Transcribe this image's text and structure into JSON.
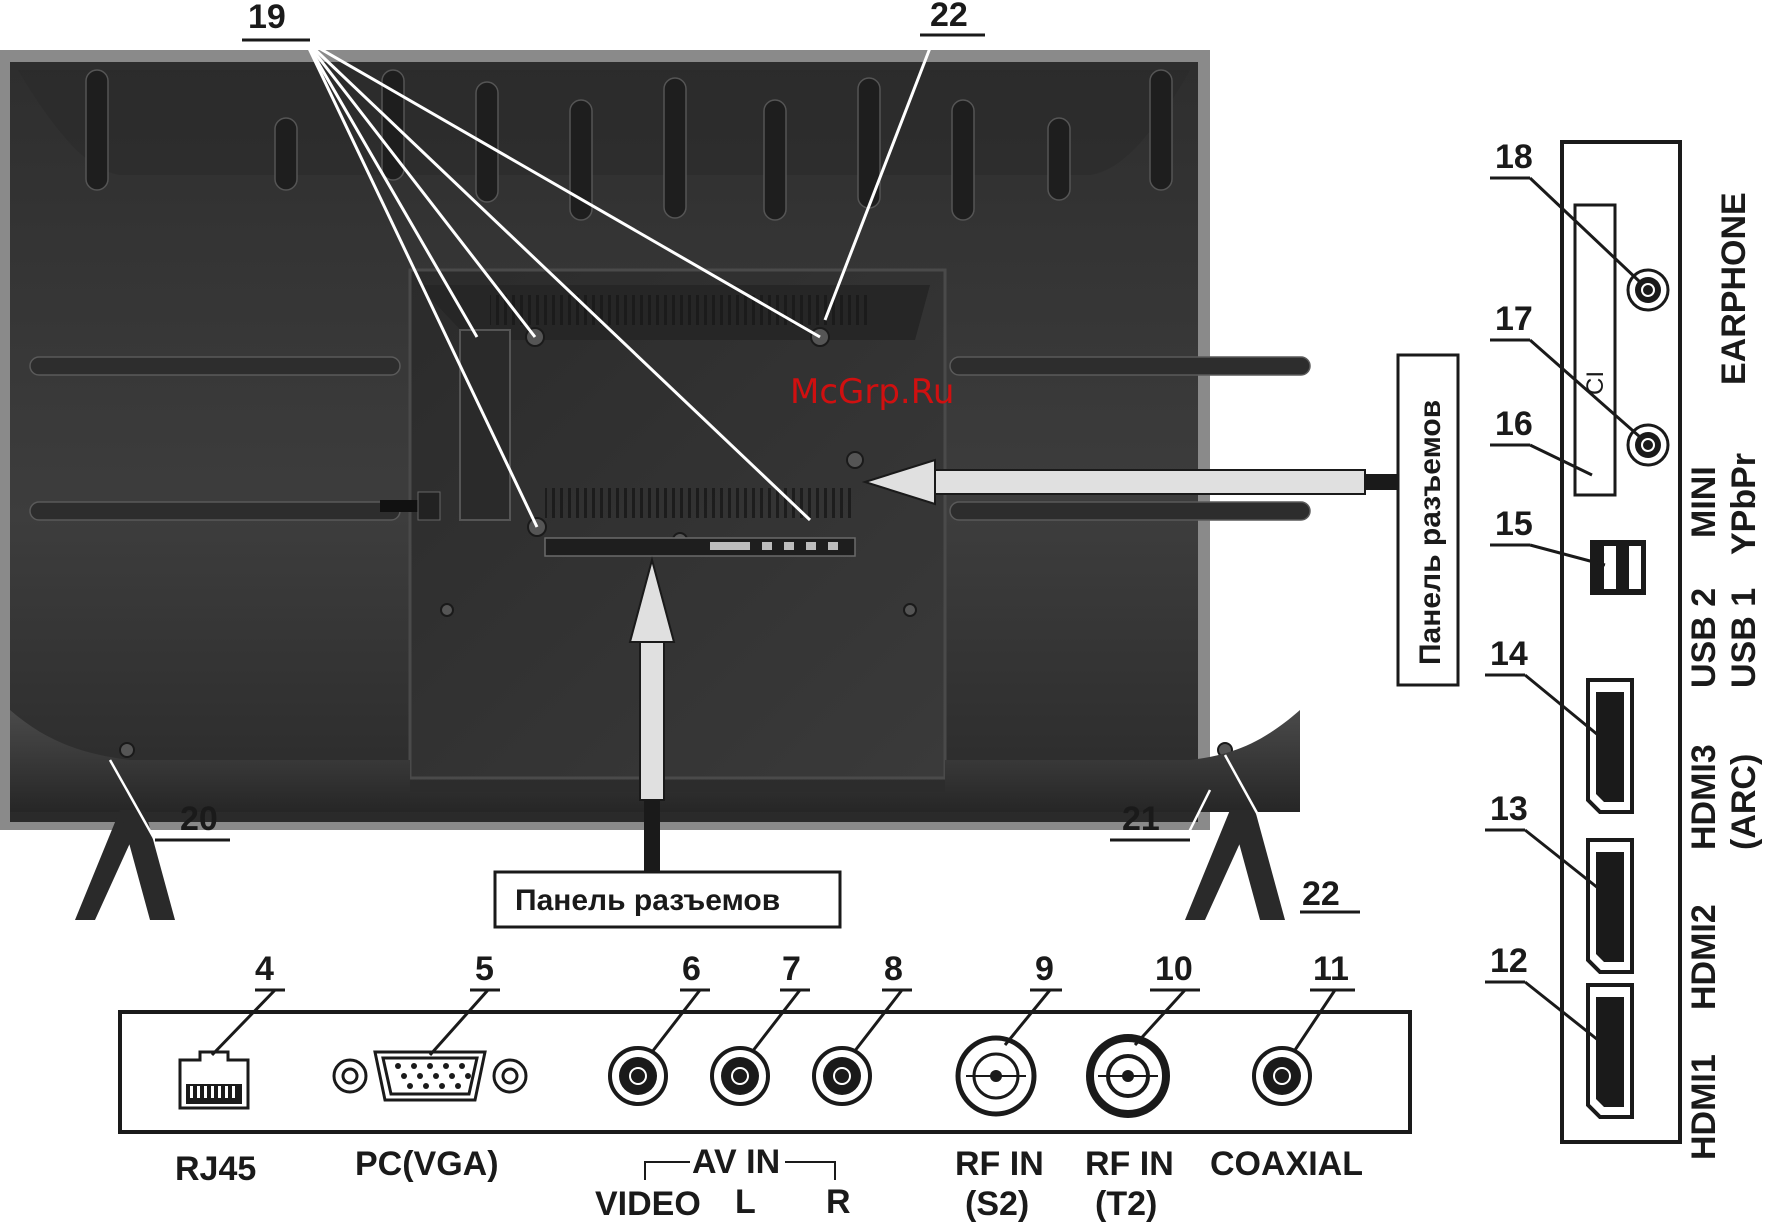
{
  "callouts": {
    "n4": "4",
    "n5": "5",
    "n6": "6",
    "n7": "7",
    "n8": "8",
    "n9": "9",
    "n10": "10",
    "n11": "11",
    "n12": "12",
    "n13": "13",
    "n14": "14",
    "n15": "15",
    "n16": "16",
    "n17": "17",
    "n18": "18",
    "n19": "19",
    "n20": "20",
    "n21": "21",
    "n22a": "22",
    "n22b": "22"
  },
  "bottom_panel": {
    "rj45": "RJ45",
    "vga": "PC(VGA)",
    "av_in": "AV IN",
    "video": "VIDEO",
    "left": "L",
    "right": "R",
    "rf_s2_line1": "RF IN",
    "rf_s2_line2": "(S2)",
    "rf_t2_line1": "RF IN",
    "rf_t2_line2": "(T2)",
    "coaxial": "COAXIAL"
  },
  "side_panel": {
    "hdmi1": "HDMI1",
    "hdmi2": "HDMI2",
    "hdmi3_line1": "HDMI3",
    "hdmi3_line2": "(ARC)",
    "usb2": "USB 2",
    "usb1": "USB 1",
    "mini_line1": "MINI",
    "mini_line2": "YPbPr",
    "earphone": "EARPHONE",
    "ci": "CI"
  },
  "panel_labels": {
    "bottom": "Панель разъемов",
    "side": "Панель разъемов"
  },
  "watermark": "McGrp.Ru",
  "colors": {
    "tv_body": "#3c3c3c",
    "tv_frame": "#8a8a8a",
    "line": "#1a1a1a",
    "arrow": "#d9d9d9",
    "watermark": "#d01010"
  }
}
